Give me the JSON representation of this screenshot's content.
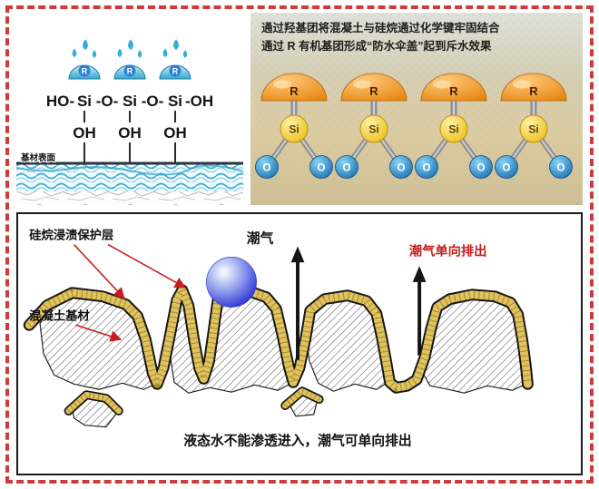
{
  "palette": {
    "accent_red": "#c41e1e",
    "frame_red": "#d03a3a",
    "coating_tan": "#e0c35e",
    "dome_orange": "#e6820a",
    "si_yellow": "#eab80a",
    "o_blue": "#0f67ad",
    "umbrella_teal": "#35a6cb",
    "droplet_blue": "#1318cf"
  },
  "top_left": {
    "r_label": "R",
    "formula": {
      "seg_ho": "HO-",
      "seg_si": "Si",
      "seg_o": "-O-",
      "seg_oh_end": "-OH",
      "oh_group": "OH"
    },
    "substrate_label": "基材表面"
  },
  "top_right": {
    "line1": "通过羟基团将混凝土与硅烷通过化学键牢固结合",
    "line2": "通过 R 有机基团形成“防水伞盖”起到斥水效果",
    "r_label": "R",
    "si_label": "Si",
    "o_label": "O"
  },
  "bottom": {
    "coating_label": "硅烷浸渍保护层",
    "substrate_label": "混凝土基材",
    "moisture_label": "潮气",
    "moisture_out_label": "潮气单向排出",
    "caption": "液态水不能渗透进入，潮气可单向排出"
  }
}
